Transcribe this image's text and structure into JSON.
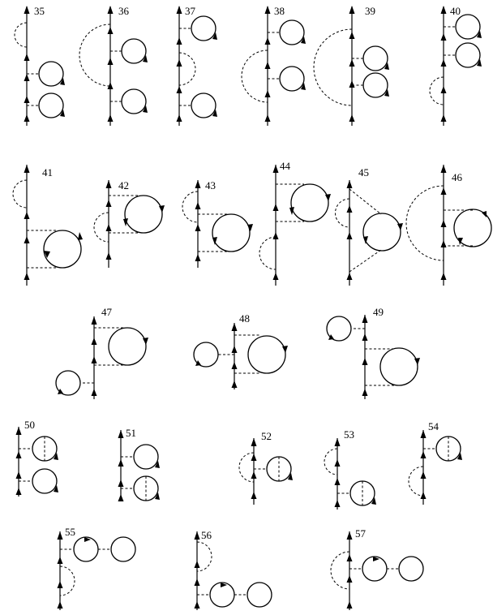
{
  "figure": {
    "labels": [
      "35",
      "36",
      "37",
      "38",
      "39",
      "40",
      "41",
      "42",
      "43",
      "44",
      "45",
      "46",
      "47",
      "48",
      "49",
      "50",
      "51",
      "52",
      "53",
      "54",
      "55",
      "56",
      "57"
    ]
  }
}
